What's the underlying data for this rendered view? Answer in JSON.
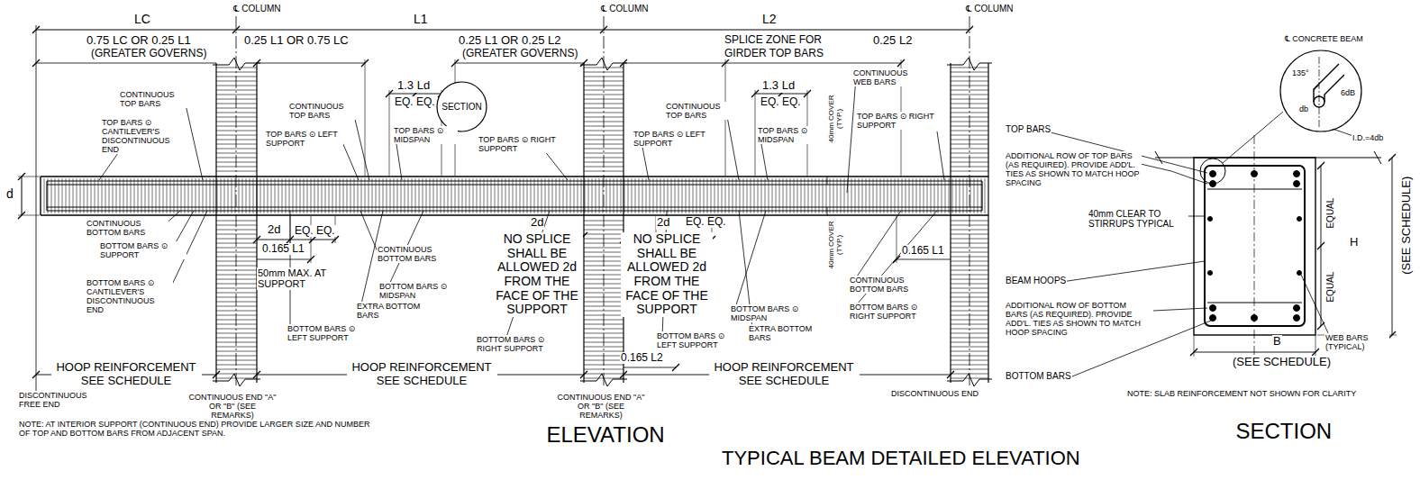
{
  "diagram": {
    "nodes": [
      {
        "text": [
          "SECTION"
        ]
      },
      {
        "text": [
          "135°",
          "6dB",
          "db"
        ]
      }
    ],
    "labels": [
      "LC",
      "℄ COLUMN",
      "L1",
      "℄ COLUMN",
      "L2",
      "℄ COLUMN",
      "0.75 LC OR 0.25 L1",
      "(GREATER GOVERNS)",
      "0.25 L1 OR 0.75 LC",
      "0.25 L1 OR 0.25 L2",
      "(GREATER GOVERNS)",
      "SPLICE ZONE FOR",
      "GIRDER TOP BARS",
      "0.25 L2",
      "CONTINUOUS TOP BARS",
      "TOP BARS ⊙ CANTILEVER'S DISCONTINUOUS END",
      "CONTINUOUS TOP BARS",
      "TOP BARS ⊙ LEFT SUPPORT",
      "1.3 Ld",
      "EQ. EQ.",
      "TOP BARS ⊙ MIDSPAN",
      "TOP BARS ⊙ RIGHT SUPPORT",
      "CONTINUOUS WEB BARS",
      "CONTINUOUS TOP BARS",
      "TOP BARS ⊙ LEFT SUPPORT",
      "1.3 Ld",
      "EQ. EQ.",
      "TOP BARS ⊙ MIDSPAN",
      "TOP BARS ⊙ RIGHT SUPPORT",
      "40mm COVER (TYP.)",
      "d",
      "CONTINUOUS BOTTOM BARS",
      "BOTTOM BARS ⊙ SUPPORT",
      "BOTTOM BARS ⊙ CANTILEVER'S DISCONTINUOUS END",
      "2d",
      "EQ. EQ.",
      "0.165 L1",
      "50mm MAX. AT SUPPORT",
      "CONTINUOUS BOTTOM BARS",
      "BOTTOM BARS ⊙ MIDSPAN",
      "EXTRA BOTTOM BARS",
      "BOTTOM BARS ⊙ LEFT SUPPORT",
      "2d",
      "NO SPLICE SHALL BE ALLOWED 2d FROM THE FACE OF THE SUPPORT",
      "BOTTOM BARS ⊙ RIGHT SUPPORT",
      "NO SPLICE SHALL BE ALLOWED 2d FROM THE FACE OF THE SUPPORT",
      "2d",
      "EQ. EQ.",
      "BOTTOM BARS ⊙ MIDSPAN",
      "EXTRA BOTTOM BARS",
      "CONTINUOUS BOTTOM BARS",
      "BOTTOM BARS ⊙ RIGHT SUPPORT",
      "BOTTOM BARS ⊙ LEFT SUPPORT",
      "0.165 L2",
      "0.165 L1",
      "40mm COVER (TYP.)",
      "HOOP REINFORCEMENT SEE SCHEDULE",
      "HOOP REINFORCEMENT SEE SCHEDULE",
      "HOOP REINFORCEMENT SEE SCHEDULE",
      "DISCONTINUOUS FREE END",
      "CONTINUOUS END \"A\" OR \"B\" (SEE REMARKS)",
      "CONTINUOUS END \"A\" OR \"B\" (SEE REMARKS)",
      "DISCONTINUOUS END",
      "NOTE: AT INTERIOR SUPPORT (CONTINUOUS END) PROVIDE LARGER SIZE AND NUMBER OF TOP AND BOTTOM BARS FROM ADJACENT SPAN.",
      "ELEVATION",
      "TYPICAL BEAM DETAILED ELEVATION",
      "SECTION",
      "℄ CONCRETE BEAM",
      "TOP BARS",
      "ADDITIONAL ROW OF TOP BARS (AS REQUIRED). PROVIDE ADD'L. TIES AS SHOWN TO MATCH HOOP SPACING",
      "40mm CLEAR TO STIRRUPS TYPICAL",
      "BEAM HOOPS",
      "ADDITIONAL ROW OF BOTTOM BARS (AS REQUIRED). PROVIDE ADD'L. TIES AS SHOWN TO MATCH HOOP SPACING",
      "BOTTOM BARS",
      "I.D.=4db",
      "EQUAL",
      "EQUAL",
      "H",
      "(SEE SCHEDULE)",
      "WEB BARS (TYPICAL)",
      "B",
      "(SEE SCHEDULE)",
      "NOTE: SLAB REINFORCEMENT NOT SHOWN FOR CLARITY"
    ]
  }
}
